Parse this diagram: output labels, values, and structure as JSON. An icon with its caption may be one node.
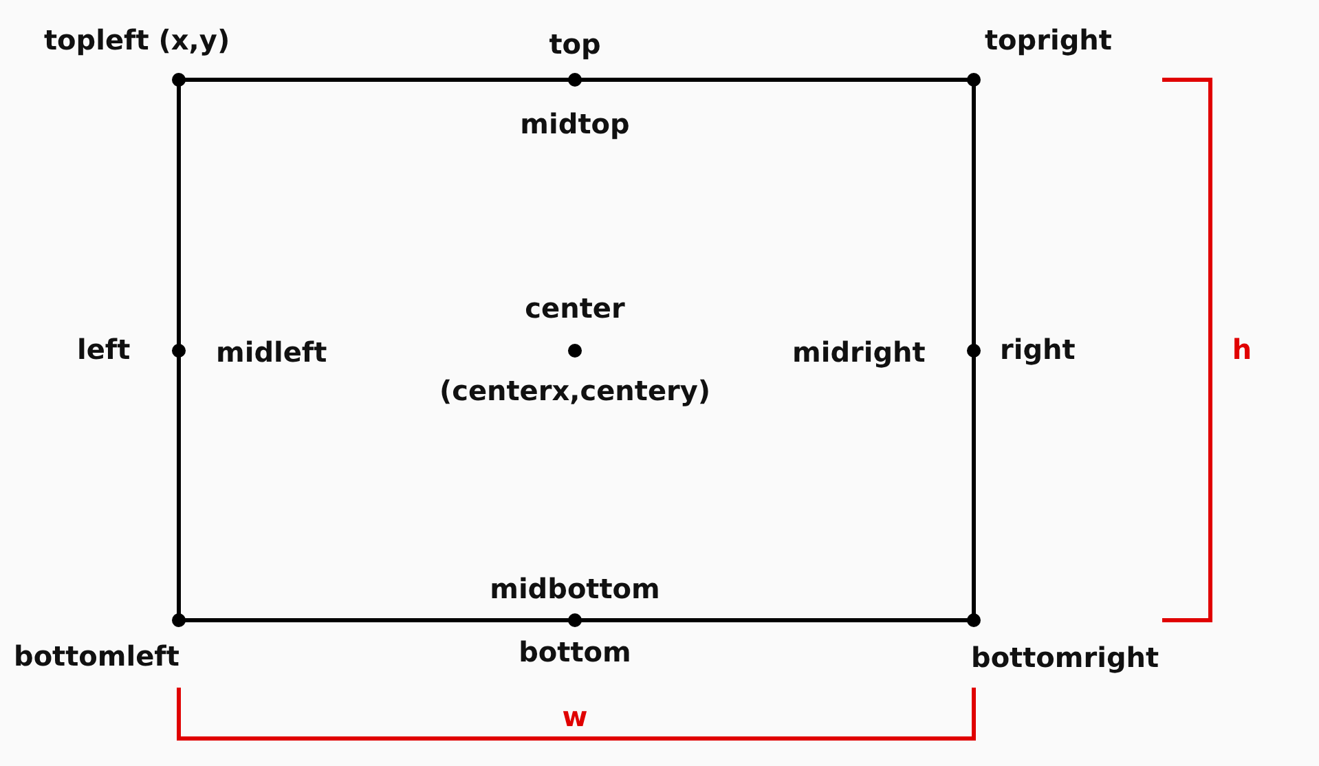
{
  "diagram": {
    "labels": [
      "topleft (x,y)",
      "top",
      "topright",
      "midtop",
      "center",
      "left",
      "midleft",
      "midright",
      "right",
      "h",
      "(centerx,centery)",
      "midbottom",
      "bottomleft",
      "bottom",
      "bottomright",
      "w"
    ]
  }
}
